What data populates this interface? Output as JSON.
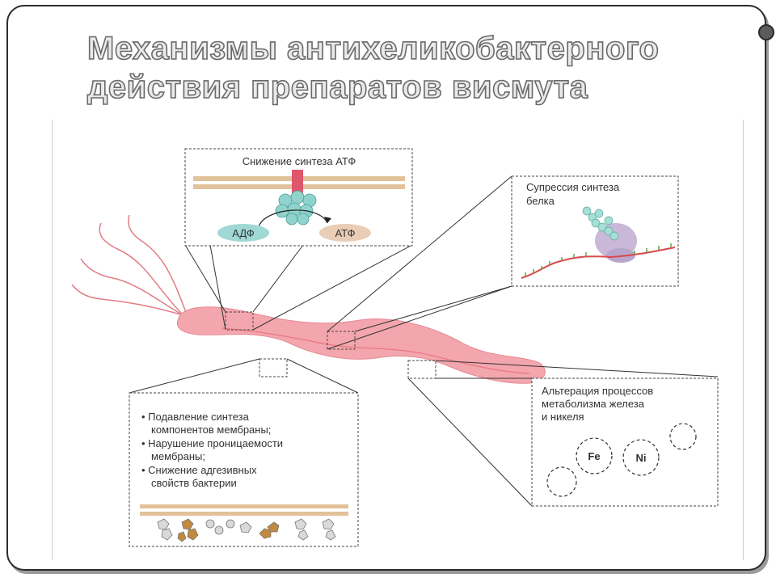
{
  "title": {
    "line1": "Механизмы антихеликобактерного",
    "line2": "действия препаратов висмута"
  },
  "diagram": {
    "atp_box": {
      "heading": "Снижение синтеза АТФ",
      "adp_label": "АДФ",
      "atp_label": "АТФ"
    },
    "protein_box": {
      "line1": "Супрессия синтеза",
      "line2": "белка"
    },
    "membrane_box": {
      "item1_line1": "• Подавление синтеза",
      "item1_line2": "компонентов мембраны;",
      "item2_line1": "• Нарушение проницаемости",
      "item2_line2": "мембраны;",
      "item3_line1": "• Снижение адгезивных",
      "item3_line2": "свойств бактерии"
    },
    "metal_box": {
      "line1": "Альтерация процессов",
      "line2": "метаболизма железа",
      "line3": "и никеля",
      "fe_label": "Fe",
      "ni_label": "Ni"
    }
  },
  "colors": {
    "bacterium": "#f3a6ad",
    "membrane": "#e2c29a",
    "atp_synthase": "#8fd3cc",
    "ribosome": "#c9b8d8",
    "adp": "#9fd8d5",
    "atp": "#e9cdb6"
  }
}
